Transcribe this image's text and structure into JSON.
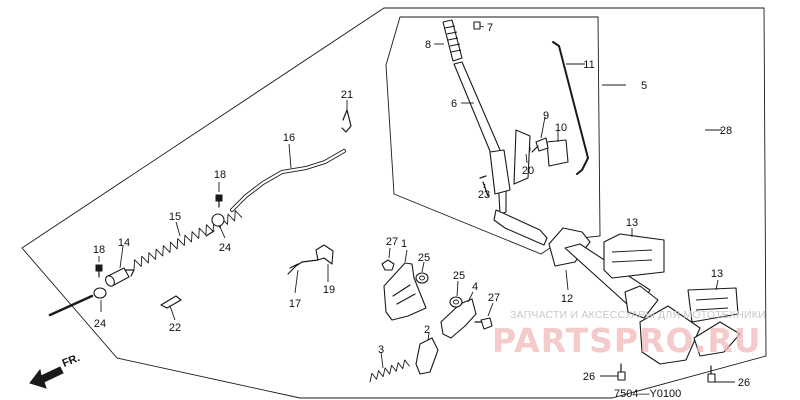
{
  "callouts": {
    "c1": "1",
    "c2": "2",
    "c3": "3",
    "c4": "4",
    "c5": "5",
    "c6": "6",
    "c7": "7",
    "c8": "8",
    "c9": "9",
    "c10": "10",
    "c11": "11",
    "c12": "12",
    "c13a": "13",
    "c13b": "13",
    "c14": "14",
    "c15": "15",
    "c16": "16",
    "c17": "17",
    "c18a": "18",
    "c18b": "18",
    "c19": "19",
    "c20": "20",
    "c21": "21",
    "c22": "22",
    "c23": "23",
    "c24a": "24",
    "c24b": "24",
    "c25a": "25",
    "c25b": "25",
    "c26a": "26",
    "c26b": "26",
    "c27a": "27",
    "c27b": "27",
    "c28": "28"
  },
  "diagram_code": "7504—Y0100",
  "front_marker": "FR.",
  "watermark": {
    "line1": "ЗАПЧАСТИ И АКСЕССУАРЫ ДЛЯ МОТОТЕХНИКИ",
    "line2": "PARTSPRO.RU"
  }
}
